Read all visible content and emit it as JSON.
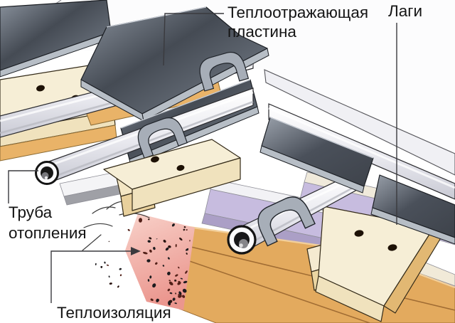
{
  "diagram": {
    "labels": {
      "reflective_plate": {
        "full": "Теплоотражающая пластина",
        "line1": "Теплоотражающая",
        "line2": "пластина"
      },
      "joists": {
        "full": "Лаги",
        "line1": "Лаги"
      },
      "heating_pipe": {
        "full": "Труба отопления",
        "line1": "Труба",
        "line2": "отопления"
      },
      "insulation": {
        "full": "Теплоизоляция",
        "line1": "Теплоизоляция"
      }
    },
    "colors": {
      "background": "#ffffff",
      "board_white": "#fcfcfd",
      "board_face": "#f0f0f4",
      "plate_dark": "#454b54",
      "plate_light": "#8b939e",
      "plate_edge": "#b7bec6",
      "pipe_white": "#f7f7fa",
      "pipe_shade": "#c9cad4",
      "wood_top": "#f6eed6",
      "wood_front": "#f0e2bd",
      "wood_side": "#e2b873",
      "board_orange": "#e9b368",
      "board_orange_deep": "#e3aa5e",
      "seam_brown": "#a06c33",
      "lavender": "#c7bcdf",
      "lavender_dark": "#ab9fc6",
      "strip_white": "#f4f4f6",
      "strip_gray": "#9fa0a6",
      "insulation_pink": "#f2b3ad",
      "speckle_colors": [
        "#2a1410",
        "#511f17",
        "#1c1b1e"
      ],
      "leader": "#3a3a3e",
      "text": "#141414"
    },
    "speckles": {
      "count": 56,
      "scatter_count": 12
    }
  }
}
